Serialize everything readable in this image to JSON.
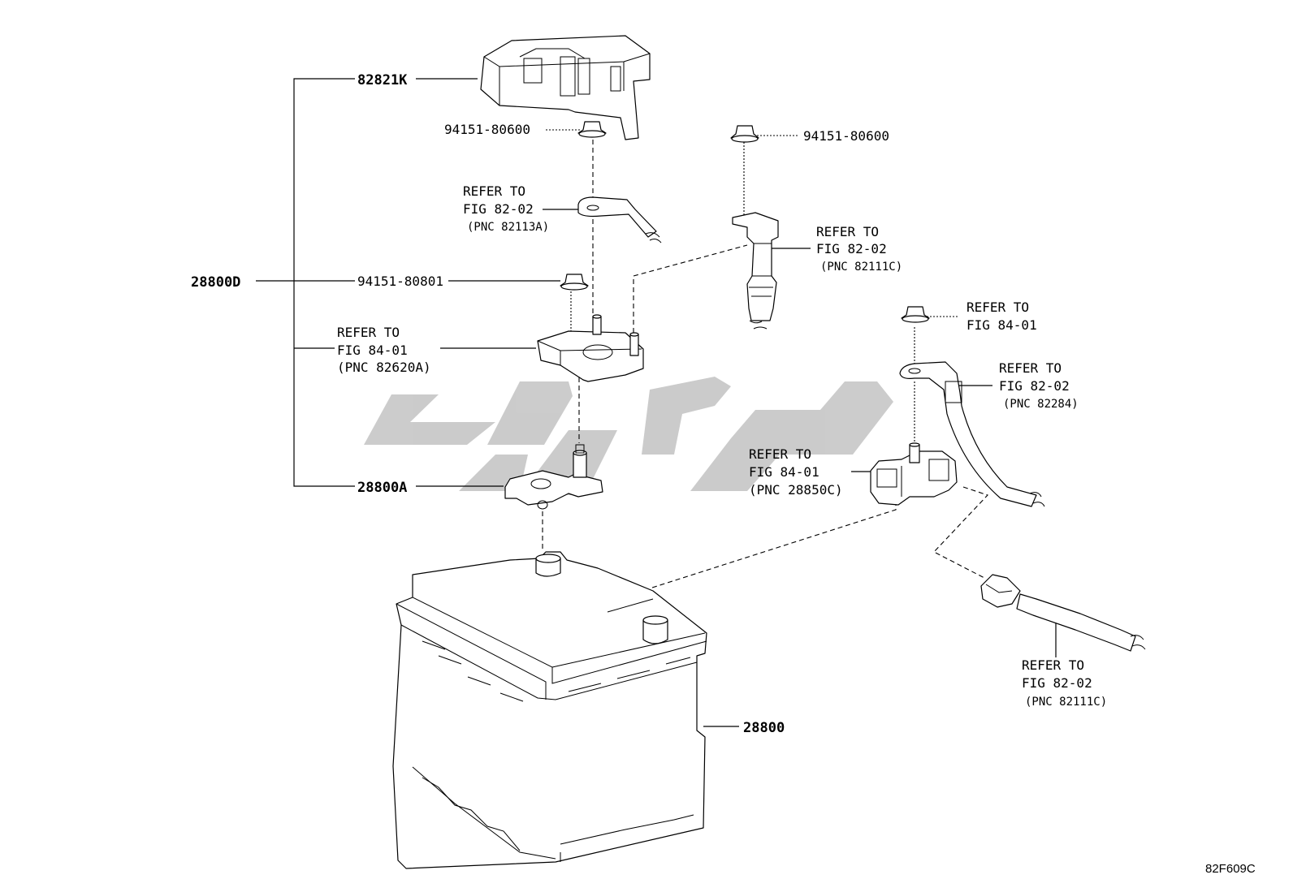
{
  "parts": {
    "p82821K": "82821K",
    "p28800D": "28800D",
    "p28800A": "28800A",
    "p28800": "28800",
    "bolt_top_left": "94151-80600",
    "bolt_top_right": "94151-80600",
    "bolt_mid": "94151-80801"
  },
  "refs": {
    "r1": {
      "line1": "REFER TO",
      "line2": "FIG 82-02",
      "line3": "(PNC 82113A)"
    },
    "r2": {
      "line1": "REFER TO",
      "line2": "FIG 82-02",
      "line3": "(PNC 82111C)"
    },
    "r3": {
      "line1": "REFER TO",
      "line2": "FIG 84-01",
      "line3": "(PNC 82620A)"
    },
    "r4": {
      "line1": "REFER TO",
      "line2": "FIG 84-01"
    },
    "r5": {
      "line1": "REFER TO",
      "line2": "FIG 82-02",
      "line3": "(PNC 82284)"
    },
    "r6": {
      "line1": "REFER TO",
      "line2": "FIG 84-01",
      "line3": "(PNC 28850C)"
    },
    "r7": {
      "line1": "REFER TO",
      "line2": "FIG 82-02",
      "line3": "(PNC 82111C)"
    }
  },
  "diagram_code": "82F609C",
  "colors": {
    "line": "#000000",
    "watermark": "#c8c8c8"
  }
}
